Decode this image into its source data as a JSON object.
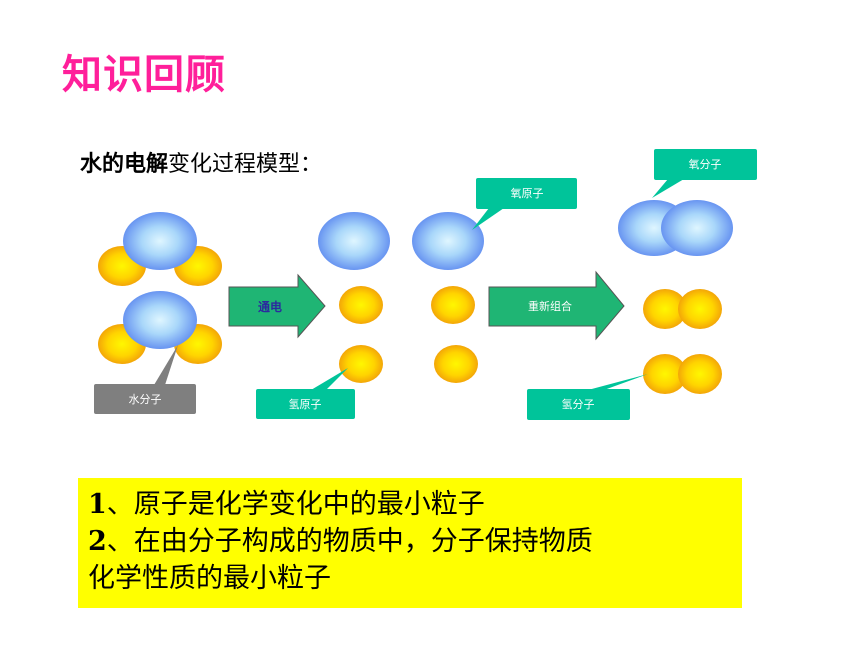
{
  "title": "知识回顾",
  "subtitle": {
    "bold_part": "水的电解",
    "rest": "变化过程模型："
  },
  "diagram": {
    "arrow1_label": "通电",
    "arrow2_label": "重新组合",
    "callouts": {
      "water_molecule": "水分子",
      "hydrogen_atom": "氢原子",
      "oxygen_atom": "氧原子",
      "oxygen_molecule": "氧分子",
      "hydrogen_molecule": "氢分子"
    },
    "colors": {
      "oxygen": "#6f9ff7",
      "hydrogen": "#f2a20a",
      "callout_teal": "#00c49a",
      "callout_grey": "#7f7f7f",
      "arrow_green": "#1fb574",
      "arrow1_text": "#2b2b9e"
    }
  },
  "summary": {
    "lines": [
      {
        "num": "1",
        "text": "、原子是化学变化中的最小粒子"
      },
      {
        "num": "2",
        "text": "、在由分子构成的物质中，分子保持物质"
      },
      {
        "num": "",
        "text": "化学性质的最小粒子"
      }
    ],
    "background": "#ffff00"
  }
}
